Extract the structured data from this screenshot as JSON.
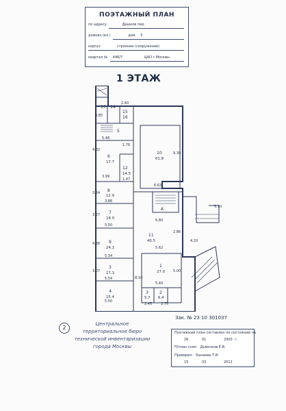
{
  "header": {
    "title": "ПОЭТАЖНЫЙ ПЛАН",
    "address_label": "по адресу:",
    "street": "Дашков пер.",
    "house_label": "домовл.(вл.)",
    "dom_label": "дом",
    "dom_value": "5",
    "korpus_label": "корпус",
    "stroenie_label": "строение (сооружение)",
    "kvartal_label": "квартал №",
    "kvartal_value": "446/7",
    "bti_value": "ЦАО г.Москвы"
  },
  "floor_title": "1 ЭТАЖ",
  "rooms": [
    {
      "id": "r14",
      "label": "14",
      "area": ""
    },
    {
      "id": "r15",
      "label": "15",
      "area": ""
    },
    {
      "id": "r13",
      "label": "13",
      "area": ""
    },
    {
      "id": "r16",
      "label": "16",
      "area": ""
    },
    {
      "id": "r5",
      "label": "5",
      "area": ""
    },
    {
      "id": "r10",
      "label": "10",
      "area": "61.8"
    },
    {
      "id": "r6",
      "label": "6",
      "area": "17.7"
    },
    {
      "id": "r12",
      "label": "12",
      "area": "14.5"
    },
    {
      "id": "r8",
      "label": "8",
      "area": "12.9"
    },
    {
      "id": "r7",
      "label": "7",
      "area": "18.0"
    },
    {
      "id": "r11",
      "label": "11",
      "area": "40.5"
    },
    {
      "id": "r9",
      "label": "9",
      "area": "24.1"
    },
    {
      "id": "r1",
      "label": "1",
      "area": "27.0"
    },
    {
      "id": "r3",
      "label": "3",
      "area": "17.3"
    },
    {
      "id": "r4",
      "label": "4",
      "area": "15.4"
    },
    {
      "id": "r3b",
      "label": "3",
      "area": "5.7"
    },
    {
      "id": "r2",
      "label": "2",
      "area": "6.4"
    },
    {
      "id": "rA",
      "label": "А",
      "area": ""
    }
  ],
  "dimensions": {
    "d240": "2.40",
    "d548a": "5.48",
    "d176": "1.76",
    "d930": "9.30",
    "d482": "4.82",
    "d399": "3.99",
    "d147": "1.47",
    "d334": "3.34",
    "d386": "3.86",
    "d663": "6.63",
    "d327": "3.27",
    "d550a": "5.50",
    "d680": "6.80",
    "d562": "5.62",
    "d436": "4.36",
    "d534": "5.34",
    "d307": "3.07",
    "d554": "5.54",
    "d540": "5.40",
    "d810": "8.10",
    "d550b": "5.50",
    "d245": "2.45",
    "d275": "2.75",
    "d420": "4.20",
    "d510": "5.10",
    "d385": "3.85",
    "d500": "5.00",
    "d286": "2.86"
  },
  "inventory_number": "Зак. № 23 10 301037",
  "stamp": {
    "number": "2",
    "line1": "Центральное",
    "line2": "территориальное бюро",
    "line3": "технической инвентаризации",
    "line4": "города Москвы"
  },
  "footer": {
    "line1": "Поэтажный план составлен по состоянию на",
    "date_day": "26",
    "date_month": "01",
    "date_year": "2000",
    "date_suffix": "г.",
    "snyal_label": "П/план снял",
    "snyal_name": "Дьмочков Е.В.",
    "checked_label": "Проверил",
    "checked_name": "Канаева Т.И.",
    "date2_day": "15",
    "date2_month": "03",
    "date2_year": "2012"
  }
}
